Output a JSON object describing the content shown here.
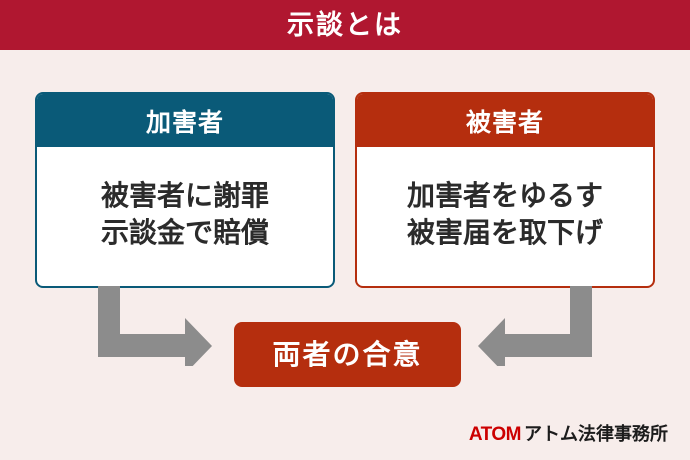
{
  "header": {
    "title": "示談とは",
    "background_color": "#b01730",
    "text_color": "#ffffff"
  },
  "page": {
    "background_color": "#f7edeb"
  },
  "cards": [
    {
      "id": "offender",
      "header_label": "加害者",
      "header_color": "#0a5a78",
      "body_lines": [
        "被害者に謝罪",
        "示談金で賠償"
      ]
    },
    {
      "id": "victim",
      "header_label": "被害者",
      "header_color": "#b52e0e",
      "body_lines": [
        "加害者をゆるす",
        "被害届を取下げ"
      ]
    }
  ],
  "agreement": {
    "label": "両者の合意",
    "background_color": "#b52e0e",
    "text_color": "#ffffff"
  },
  "arrows": {
    "color": "#8c8c8c",
    "left_name": "elbow-arrow-down-right",
    "right_name": "elbow-arrow-down-left"
  },
  "footer": {
    "logo_mark": "ATOM",
    "logo_name": "アトム法律事務所",
    "logo_mark_color": "#cc0000",
    "logo_name_color": "#1c1c1c"
  }
}
